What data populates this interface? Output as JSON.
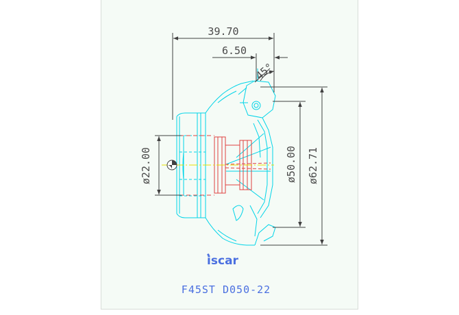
{
  "drawing": {
    "dimensions": {
      "overall_length": "39.70",
      "insert_offset": "6.50",
      "lead_angle": "45°",
      "bore_diameter": "ø22.00",
      "cutting_diameter": "ø50.00",
      "max_diameter": "ø62.71"
    },
    "brand": "iscar",
    "model": "F45ST D050-22"
  },
  "colors": {
    "outline": "#00d4e8",
    "section": "#e04040",
    "dimension": "#404040",
    "centerline": "#e8e000",
    "brand": "#4a6fe0"
  }
}
